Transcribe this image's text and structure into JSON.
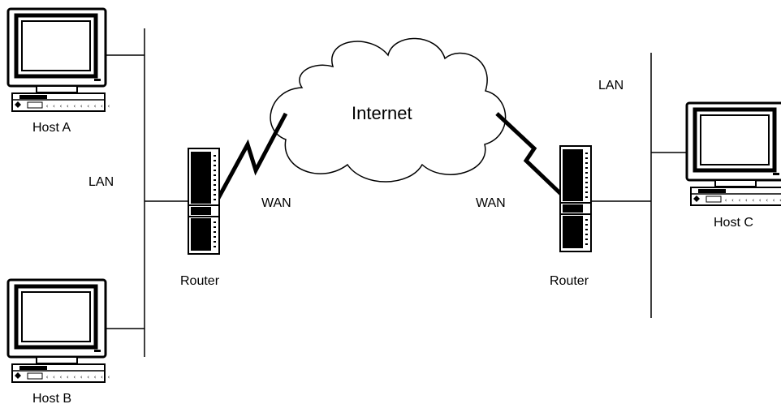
{
  "diagram": {
    "hosts": {
      "a": "Host A",
      "b": "Host B",
      "c": "Host C"
    },
    "cloud": "Internet",
    "lan_left": "LAN",
    "lan_right": "LAN",
    "wan_left": "WAN",
    "wan_right": "WAN",
    "router_left": "Router",
    "router_right": "Router"
  }
}
